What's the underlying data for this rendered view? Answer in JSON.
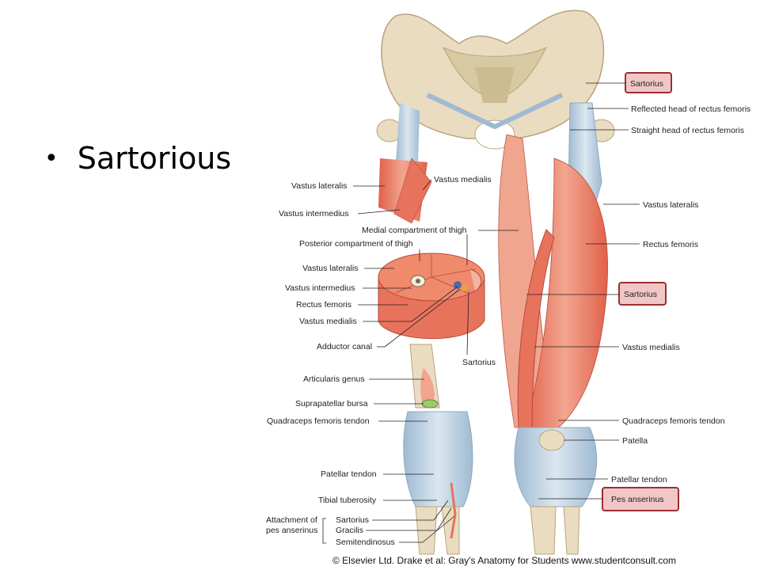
{
  "slide": {
    "bullet": "Sartorious"
  },
  "figure": {
    "labels": {
      "sartorius_top": "Sartorius",
      "reflected_head": "Reflected head of rectus femoris",
      "straight_head": "Straight head of rectus femoris",
      "vastus_lateralis_right": "Vastus lateralis",
      "rectus_femoris_right": "Rectus femoris",
      "sartorius_mid": "Sartorius",
      "vastus_medialis_right": "Vastus medialis",
      "quad_tendon_right": "Quadraceps femoris tendon",
      "patella": "Patella",
      "patellar_tendon_right": "Patellar tendon",
      "pes_anserinus": "Pes anserinus",
      "vastus_lateralis_top_left": "Vastus lateralis",
      "vastus_medialis_top_left": "Vastus medialis",
      "vastus_intermedius_top_left": "Vastus intermedius",
      "medial_compartment": "Medial compartment of thigh",
      "posterior_compartment": "Posterior compartment of thigh",
      "vastus_lateralis_section": "Vastus lateralis",
      "vastus_intermedius_section": "Vastus intermedius",
      "rectus_femoris_section": "Rectus femoris",
      "vastus_medialis_section": "Vastus medialis",
      "adductor_canal": "Adductor canal",
      "sartorius_section": "Sartorius",
      "articularis_genus": "Articularis genus",
      "suprapatellar_bursa": "Suprapatellar bursa",
      "quad_tendon_left": "Quadraceps femoris tendon",
      "patellar_tendon_left": "Patellar tendon",
      "tibial_tuberosity": "Tibial tuberosity",
      "attachment_1": "Attachment of",
      "attachment_2": "pes anserinus",
      "sartorius_attach": "Sartorius",
      "gracilis": "Gracilis",
      "semitendinosus": "Semitendinosus"
    },
    "copyright": "© Elsevier Ltd. Drake et al: Gray's Anatomy for Students www.studentconsult.com",
    "colors": {
      "bone": "#e9dcc0",
      "muscle": "#e8735c",
      "muscle_light": "#f0a58f",
      "tendon": "#b9cfe0",
      "highlight_fill": "#f2c6c6",
      "highlight_border": "#9a3030"
    }
  }
}
